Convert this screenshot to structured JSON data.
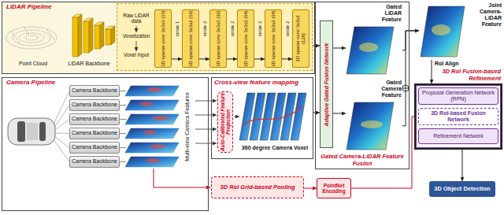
{
  "diagram": {
    "nodes": [
      {
        "text": [
          "LiDAR Pipeline"
        ]
      },
      {
        "text": [
          "Raw LiDAR data",
          "Voxelization",
          "Voxel Input"
        ],
        "in": 0
      },
      {
        "text": [
          "3D sparse conv 3x3x3 (16)"
        ],
        "in": 1
      },
      {
        "text": [
          "3D sparse conv 3x3x2 (16)"
        ],
        "in": 1
      },
      {
        "text": [
          "3D sparse conv 3x3x2 (32)"
        ],
        "in": 1
      },
      {
        "text": [
          "3D sparse conv 3x3x2 (64)"
        ],
        "in": 1
      },
      {
        "text": [
          "3D sparse conv 3x3x2 (64)"
        ],
        "in": 1
      },
      {
        "text": [
          "3D sparse conv 3x3x2 (128)"
        ],
        "in": 1
      },
      {
        "text": [
          "Camera Pipeline"
        ]
      },
      {
        "text": [
          "Camera Backbone"
        ],
        "in": 8
      },
      {
        "text": [
          "Camera Backbone"
        ],
        "in": 8
      },
      {
        "text": [
          "Camera Backbone"
        ],
        "in": 8
      },
      {
        "text": [
          "Camera Backbone"
        ],
        "in": 8
      },
      {
        "text": [
          "Camera Backbone"
        ],
        "in": 8
      },
      {
        "text": [
          "Camera Backbone"
        ],
        "in": 8
      },
      {
        "text": [
          "Cross-view feature mapping",
          "360 degree Camera Voxel"
        ]
      },
      {
        "text": [
          "Auto-Calibrated Feature Projection"
        ],
        "in": 15
      },
      {
        "text": [
          "Gated Camera-LiDAR Feature Fusion"
        ]
      },
      {
        "text": [
          "Adaptive Gated Fusion Network"
        ],
        "in": 17
      },
      {
        "text": [
          "Gated LiDAR Feature"
        ],
        "in": 17
      },
      {
        "text": [
          "Gated Camera Feature"
        ],
        "in": 17
      },
      {
        "text": [
          "Joint Camera-LiDAR Feature"
        ]
      },
      {
        "text": [
          "3D RoI Fusion-based Refinement"
        ]
      },
      {
        "text": [
          "Proposal Generation Network (RPN)"
        ],
        "in": 22
      },
      {
        "text": [
          "3D RoI-based Fusion Network"
        ],
        "in": 22
      },
      {
        "text": [
          "Refinement Network"
        ],
        "in": 22
      },
      {
        "text": [
          "3D Object Detection"
        ]
      },
      {
        "text": [
          "3D RoI Grid-based Pooling"
        ]
      },
      {
        "text": [
          "PointNet Encoding"
        ]
      }
    ],
    "edges": [
      {
        "from": 2,
        "to": 3,
        "arrow": "to"
      },
      {
        "from": 3,
        "to": 4,
        "arrow": "to"
      },
      {
        "from": 4,
        "to": 5,
        "arrow": "to"
      },
      {
        "from": 5,
        "to": 6,
        "arrow": "to"
      },
      {
        "from": 6,
        "to": 7,
        "arrow": "to"
      },
      {
        "from": 1,
        "to": 18,
        "arrow": "to"
      },
      {
        "from": 15,
        "to": 18,
        "arrow": "to"
      },
      {
        "from": 18,
        "to": 19,
        "arrow": "to"
      },
      {
        "from": 18,
        "to": 20,
        "arrow": "to"
      },
      {
        "from": 19,
        "to": 21,
        "arrow": "to"
      },
      {
        "from": 20,
        "to": 21,
        "arrow": "to"
      },
      {
        "from": 21,
        "to": 22,
        "label": "RoI Align",
        "arrow": "to"
      },
      {
        "from": 23,
        "to": 24,
        "arrow": "to"
      },
      {
        "from": 24,
        "to": 25,
        "arrow": "to"
      },
      {
        "from": 22,
        "to": 26,
        "arrow": "to"
      },
      {
        "from": 27,
        "to": 28,
        "arrow": "to"
      },
      {
        "from": 28,
        "to": 24,
        "arrow": "to"
      }
    ],
    "labels": [
      "Point Cloud",
      "LiDAR Backbone",
      "stride 1",
      "stride 2",
      "stride 2",
      "stride 2",
      "stride 2",
      "Multi-view Camera Features"
    ]
  }
}
